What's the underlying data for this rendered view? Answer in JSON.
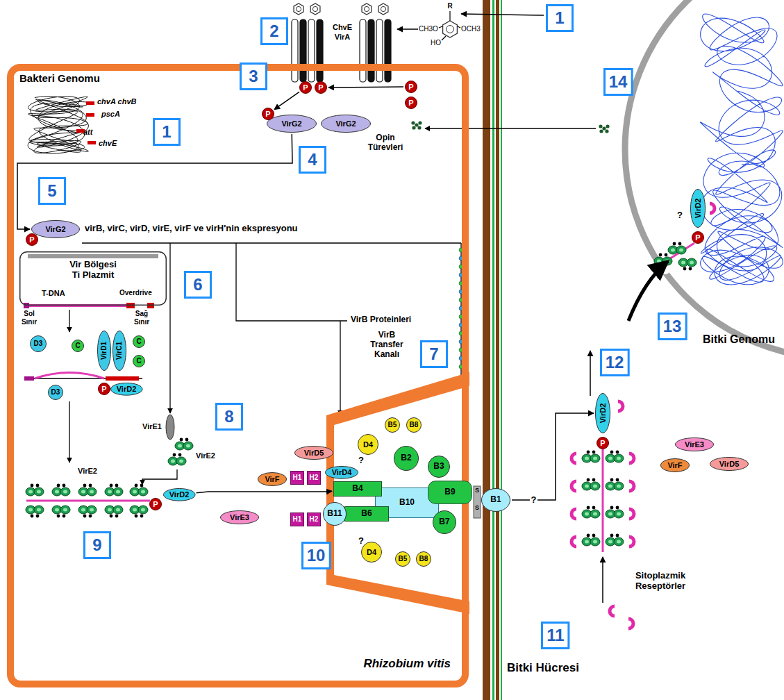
{
  "diagram": {
    "nodes": [
      {
        "text": [
          "Rhizobium vitis"
        ]
      },
      {
        "text": [
          "1"
        ]
      },
      {
        "text": [
          "2"
        ]
      },
      {
        "text": [
          "P"
        ],
        "in": 0
      },
      {
        "text": [
          "P"
        ],
        "in": 0
      },
      {
        "text": [
          "P"
        ],
        "in": 0
      },
      {
        "text": [
          "P"
        ],
        "in": 0
      },
      {
        "text": [
          "1"
        ],
        "in": 0
      },
      {
        "text": [
          "3"
        ],
        "in": 0
      },
      {
        "text": [
          "VirG2"
        ],
        "in": 0
      },
      {
        "text": [
          "VirG2"
        ],
        "in": 0
      },
      {
        "text": [
          "P"
        ],
        "in": 0
      },
      {
        "text": [
          "4"
        ],
        "in": 0
      },
      {
        "text": [
          "5"
        ],
        "in": 0
      },
      {
        "text": [
          "VirG2"
        ],
        "in": 0
      },
      {
        "text": [
          "P"
        ],
        "in": 0
      },
      {
        "text": [
          "Vir Bölgesi",
          "Ti Plazmit"
        ],
        "in": 0
      },
      {
        "text": [
          "6"
        ],
        "in": 0
      },
      {
        "text": [
          "D3"
        ],
        "in": 0
      },
      {
        "text": [
          "C"
        ],
        "in": 0
      },
      {
        "text": [
          "VirD1"
        ],
        "in": 0
      },
      {
        "text": [
          "VirC1"
        ],
        "in": 0
      },
      {
        "text": [
          "C"
        ],
        "in": 0
      },
      {
        "text": [
          "C"
        ],
        "in": 0
      },
      {
        "text": [
          "P"
        ],
        "in": 0
      },
      {
        "text": [
          "VirD2"
        ],
        "in": 0
      },
      {
        "text": [
          "D3"
        ],
        "in": 0
      },
      {
        "text": [
          "8"
        ],
        "in": 0
      },
      {
        "text": [
          "P"
        ],
        "in": 0
      },
      {
        "text": [
          "VirD2"
        ],
        "in": 0
      },
      {
        "text": [
          "9"
        ],
        "in": 0
      },
      {
        "text": [
          "VirD5"
        ],
        "in": 0
      },
      {
        "text": [
          "VirD4"
        ],
        "in": 0
      },
      {
        "text": [
          "VirF"
        ],
        "in": 0
      },
      {
        "text": [
          "H1"
        ],
        "in": 0
      },
      {
        "text": [
          "H2"
        ],
        "in": 0
      },
      {
        "text": [
          "VirE3"
        ],
        "in": 0
      },
      {
        "text": [
          "H1"
        ],
        "in": 0
      },
      {
        "text": [
          "H2"
        ],
        "in": 0
      },
      {
        "text": [
          "10"
        ],
        "in": 0
      },
      {
        "text": [
          "7"
        ],
        "in": 0
      },
      {
        "text": [
          "B5"
        ],
        "in": 0
      },
      {
        "text": [
          "B8"
        ],
        "in": 0
      },
      {
        "text": [
          "D4"
        ],
        "in": 0
      },
      {
        "text": [
          "B2"
        ],
        "in": 0
      },
      {
        "text": [
          "B3"
        ],
        "in": 0
      },
      {
        "text": [
          "B4"
        ],
        "in": 0
      },
      {
        "text": [
          "B10"
        ],
        "in": 0
      },
      {
        "text": [
          "B6"
        ],
        "in": 0
      },
      {
        "text": [
          "B11"
        ],
        "in": 0
      },
      {
        "text": [
          "B9"
        ],
        "in": 0
      },
      {
        "text": [
          "B7"
        ],
        "in": 0
      },
      {
        "text": [
          "D4"
        ],
        "in": 0
      },
      {
        "text": [
          "B5"
        ],
        "in": 0
      },
      {
        "text": [
          "B8"
        ],
        "in": 0
      },
      {
        "text": [
          "B1"
        ]
      },
      {
        "text": [
          "14"
        ]
      },
      {
        "text": [
          "13"
        ]
      },
      {
        "text": [
          "VirD2"
        ]
      },
      {
        "text": [
          "P"
        ]
      },
      {
        "text": [
          "12"
        ]
      },
      {
        "text": [
          "VirD2"
        ]
      },
      {
        "text": [
          "P"
        ]
      },
      {
        "text": [
          "VirE3"
        ]
      },
      {
        "text": [
          "VirD5"
        ]
      },
      {
        "text": [
          "VirF"
        ]
      },
      {
        "text": [
          "11"
        ]
      }
    ],
    "edges": [
      {
        "from": 5,
        "to": 4,
        "arrow": "to"
      },
      {
        "from": 3,
        "to": 11,
        "arrow": "to"
      },
      {
        "from": 9,
        "to": 14,
        "arrow": "to"
      },
      {
        "from": 29,
        "to": 46,
        "arrow": "to"
      },
      {
        "from": 55,
        "to": 61,
        "arrow": "to",
        "label": "?"
      }
    ],
    "labels": [
      "Bakteri Genomu",
      "chvA chvB",
      "pscA",
      "att",
      "chvE",
      "ChvE",
      "VirA",
      "R",
      "CH3O",
      "OCH3",
      "HO",
      "Opin Türevleri",
      "virB, virC, virD, virE, virF ve virH'nin ekspresyonu",
      "T-DNA",
      "Overdrive",
      "Sol Sınır",
      "Sağ Sınır",
      "VirB Proteinleri",
      "VirB Transfer Kanalı",
      "VirE1",
      "VirE2",
      "VirE2",
      "?",
      "?",
      "S",
      "S",
      "?",
      "Sitoplazmik Reseptörler",
      "Bitki Hücresi",
      "Bitki Genomu"
    ]
  }
}
